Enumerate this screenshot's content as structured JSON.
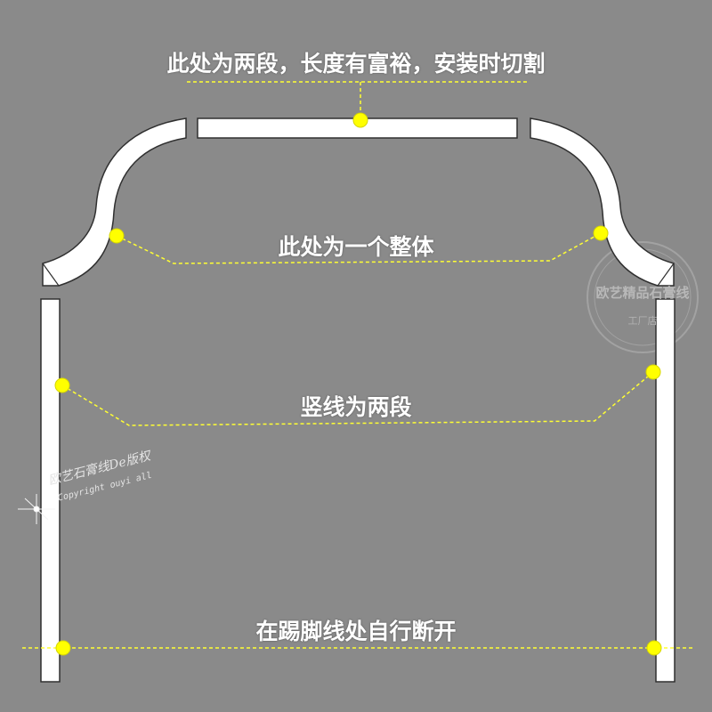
{
  "labels": {
    "top": "此处为两段，长度有富裕，安装时切割",
    "arc": "此处为一个整体",
    "vertical": "竖线为两段",
    "baseboard": "在踢脚线处自行断开"
  },
  "watermark": {
    "seal_text": "欧艺精品石膏线",
    "seal_sub": "工厂店",
    "line1": "欧艺石膏线De版权",
    "line2": "Copyright ouyi all"
  },
  "colors": {
    "background": "#8a8a8a",
    "moulding_fill": "#ffffff",
    "moulding_stroke": "#303030",
    "marker": "#ffff00",
    "leader": "#ffff33"
  }
}
